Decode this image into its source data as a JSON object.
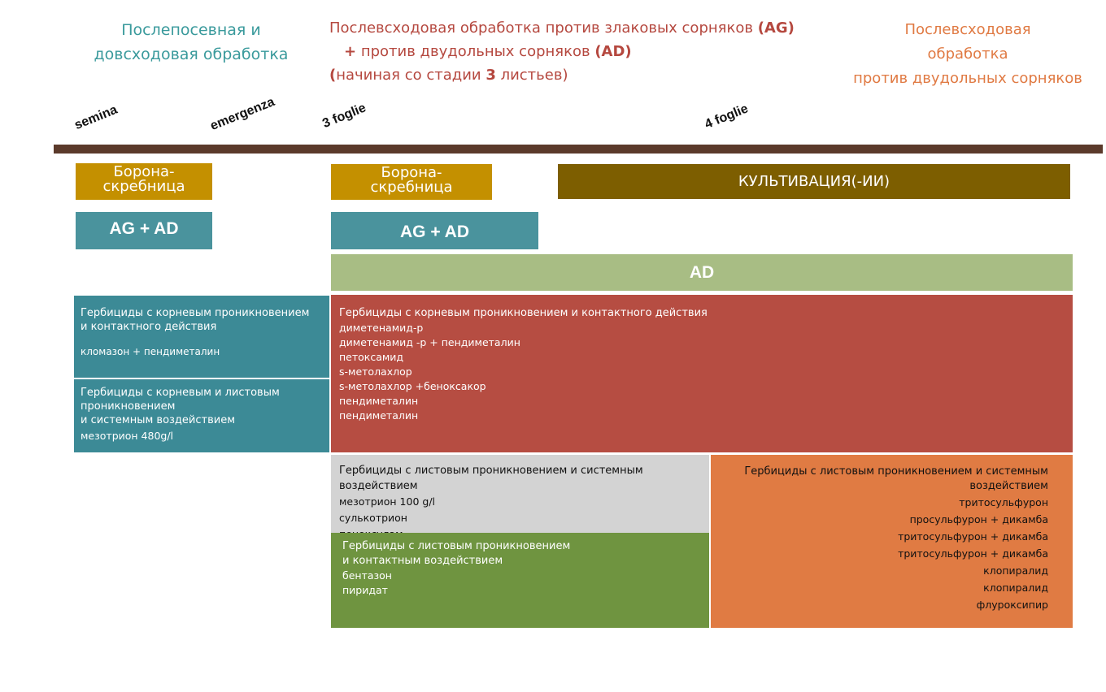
{
  "header": {
    "left_line1": "Послепосевная и",
    "left_line2": "довсходовая обработка",
    "mid_line1_pre": "Послевсходовая обработка против злаковых сорняков ",
    "mid_line1_bold": "(AG)",
    "mid_line2_plus": "+",
    "mid_line2_text": " против двудольных сорняков ",
    "mid_line2_bold": "(AD)",
    "mid_line3_open": "(",
    "mid_line3_text": "начиная со стадии ",
    "mid_line3_bold": "3",
    "mid_line3_close": " листьев)",
    "right_line1": "Послевсходовая",
    "right_line2": "обработка",
    "right_line3": "против двудольных сорняков"
  },
  "stages": [
    "semina",
    "emergenza",
    "3 foglie",
    "4 foglie"
  ],
  "blocks": {
    "harrow1_l1": "Борона-",
    "harrow1_l2": "скребница",
    "harrow2_l1": "Борона-",
    "harrow2_l2": "скребница",
    "cultivation": "КУЛЬТИВАЦИЯ(-ИИ)",
    "agad1": "AG + AD",
    "agad2": "AG + AD",
    "ad": "AD"
  },
  "teal_top": {
    "title_l1": "Гербициды с корневым проникновением",
    "title_l2": "и контактного действия",
    "items": [
      "кломазон + пендиметалин"
    ]
  },
  "teal_bottom": {
    "title_l1": "Гербициды с корневым и листовым",
    "title_l2": "проникновением",
    "title_l3": "и системным воздействием",
    "items": [
      "мезотрион 480g/l"
    ]
  },
  "red": {
    "title": "Гербициды с корневым проникновением и контактного действия",
    "items": [
      "диметенамид-p",
      "диметенамид -p + пендиметалин",
      "петоксамид",
      "s-метолахлор",
      "s-метолахлор +беноксакор",
      "пендиметалин",
      "пендиметалин"
    ]
  },
  "grey": {
    "title": "Гербициды с листовым проникновением и системным воздействием",
    "items": [
      "мезотрион 100 g/l",
      "сулькотрион",
      "пеноксулам"
    ]
  },
  "green": {
    "title_l1": "Гербициды с листовым проникновением",
    "title_l2": "и контактным воздействием",
    "items": [
      "бентазон",
      "пиридат"
    ]
  },
  "orange": {
    "title_l1": "Гербициды с листовым проникновением и системным",
    "title_l2": "воздействием",
    "items": [
      "тритосульфурон",
      "просульфурон  +  дикамба",
      "тритосульфурон + дикамба",
      "тритосульфурон + дикамба",
      "клопиралид",
      "клопиралид",
      "флуроксипир"
    ]
  },
  "colors": {
    "teal": "#3c8a96",
    "red": "#b64d42",
    "orange": "#e07b43",
    "green": "#6f9440",
    "light_green": "#a8bd84",
    "gold": "#c49000",
    "olive": "#7d5e00",
    "timeline": "#5b3a2b"
  }
}
